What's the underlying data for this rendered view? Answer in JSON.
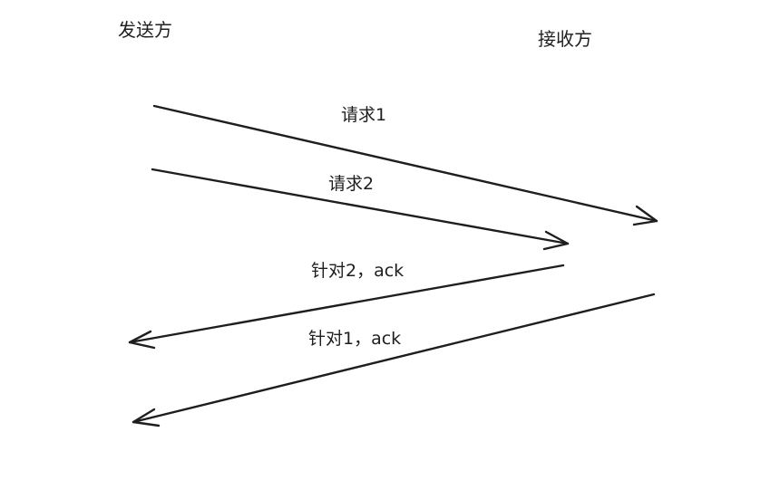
{
  "parties": {
    "sender": "发送方",
    "receiver": "接收方"
  },
  "messages": [
    {
      "label": "请求1",
      "direction": "sender-to-receiver"
    },
    {
      "label": "请求2",
      "direction": "sender-to-receiver"
    },
    {
      "label": "针对2，ack",
      "direction": "receiver-to-sender"
    },
    {
      "label": "针对1，ack",
      "direction": "receiver-to-sender"
    }
  ],
  "colors": {
    "stroke": "#1e1e1e",
    "background": "#ffffff"
  }
}
